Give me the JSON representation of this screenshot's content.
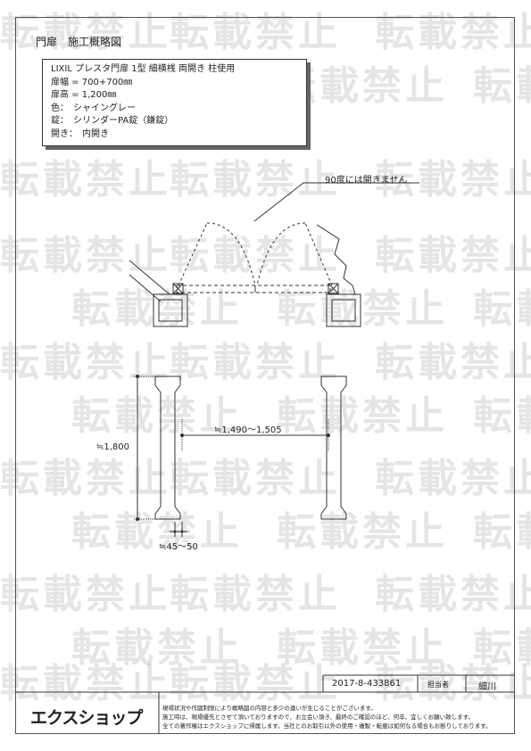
{
  "title": "門扉　施工概略図",
  "spec": [
    "LIXIL プレスタ門扉 1型 細横桟 両開き 柱使用",
    "扉幅 = 700+700㎜",
    "扉高 = 1,200㎜",
    "色：　シャイングレー",
    "錠：　シリンダーPA錠（鎌錠）",
    "開き：　内開き"
  ],
  "annotations": {
    "no_90": "90度には開きません",
    "width": "≒1,490～1,505",
    "height": "≒1,800",
    "gap": "≒45～50"
  },
  "watermark": "転載禁止",
  "footer": {
    "drawing_no": "2017-8-433861",
    "person_label": "担当者",
    "person_name": "細川",
    "logo": "エクスショップ",
    "disclaimer": [
      "現場状況や作図制限により概略図の内容と多少の違いが生じることがございます。",
      "施工時は、現場優先とさせて頂いておりますので、お立会い頂き、最終のご確認のほど、何卒、宜しくお願い致します。",
      "全ての著作権はエクスショップに帰属します。当社とのお取引以外の使用・複製・転載は如何なる場合もお断りしております。"
    ]
  }
}
